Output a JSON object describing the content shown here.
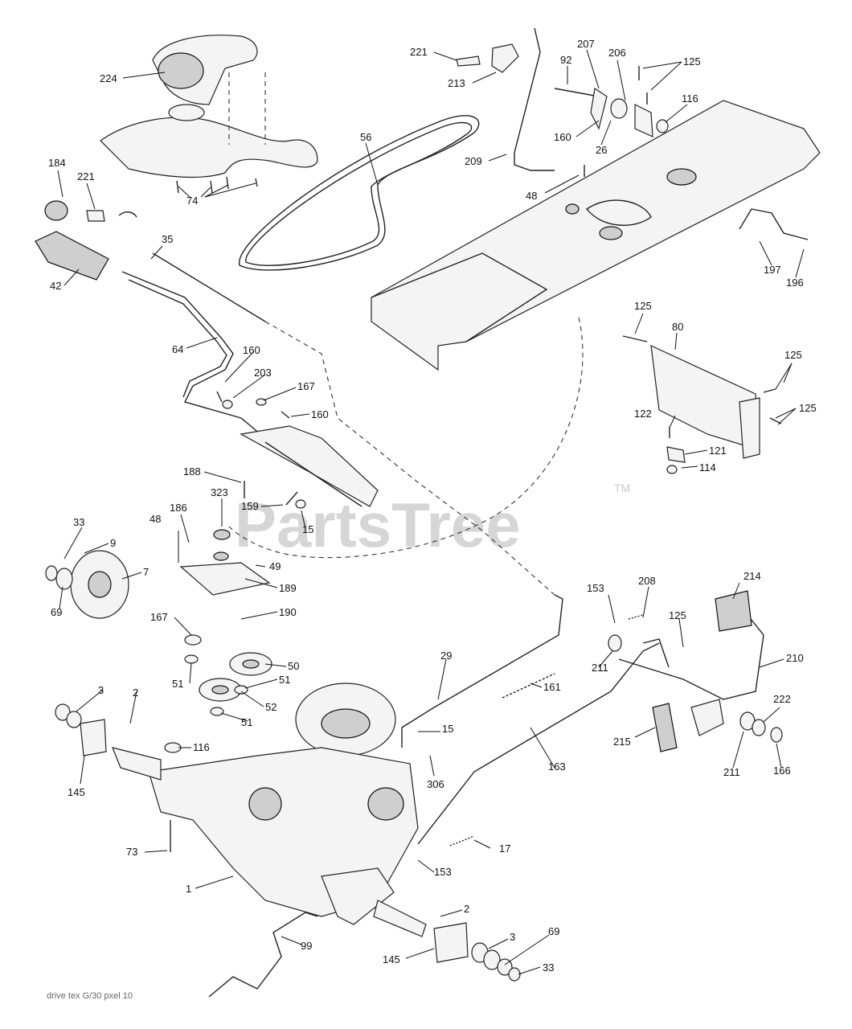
{
  "watermark": {
    "text": "PartsTree",
    "tm": "TM"
  },
  "footer": "drive tex G/30 pxel 10",
  "callouts": {
    "c224": "224",
    "c221a": "221",
    "c213": "213",
    "c56": "56",
    "c92": "92",
    "c207": "207",
    "c206": "206",
    "c125a": "125",
    "c116a": "116",
    "c160a": "160",
    "c26": "26",
    "c209": "209",
    "c48a": "48",
    "c184": "184",
    "c221b": "221",
    "c74": "74",
    "c35": "35",
    "c42": "42",
    "c197": "197",
    "c196": "196",
    "c125b": "125",
    "c80": "80",
    "c125c": "125",
    "c125d": "125",
    "c122": "122",
    "c121": "121",
    "c114": "114",
    "c64": "64",
    "c160b": "160",
    "c203": "203",
    "c167a": "167",
    "c160c": "160",
    "c188": "188",
    "c159": "159",
    "c15a": "15",
    "c323": "323",
    "c186": "186",
    "c48b": "48",
    "c49": "49",
    "c189": "189",
    "c33a": "33",
    "c9": "9",
    "c7": "7",
    "c69a": "69",
    "c167b": "167",
    "c190": "190",
    "c50": "50",
    "c51a": "51",
    "c51b": "51",
    "c52": "52",
    "c51c": "51",
    "c3a": "3",
    "c2a": "2",
    "c145a": "145",
    "c116b": "116",
    "c73": "73",
    "c1": "1",
    "c29": "29",
    "c161": "161",
    "c15b": "15",
    "c306": "306",
    "c163": "163",
    "c17": "17",
    "c153a": "153",
    "c153b": "153",
    "c208": "208",
    "c125e": "125",
    "c214": "214",
    "c211a": "211",
    "c210": "210",
    "c222": "222",
    "c215": "215",
    "c211b": "211",
    "c166": "166",
    "c99": "99",
    "c2b": "2",
    "c3b": "3",
    "c69b": "69",
    "c145b": "145",
    "c33b": "33"
  }
}
